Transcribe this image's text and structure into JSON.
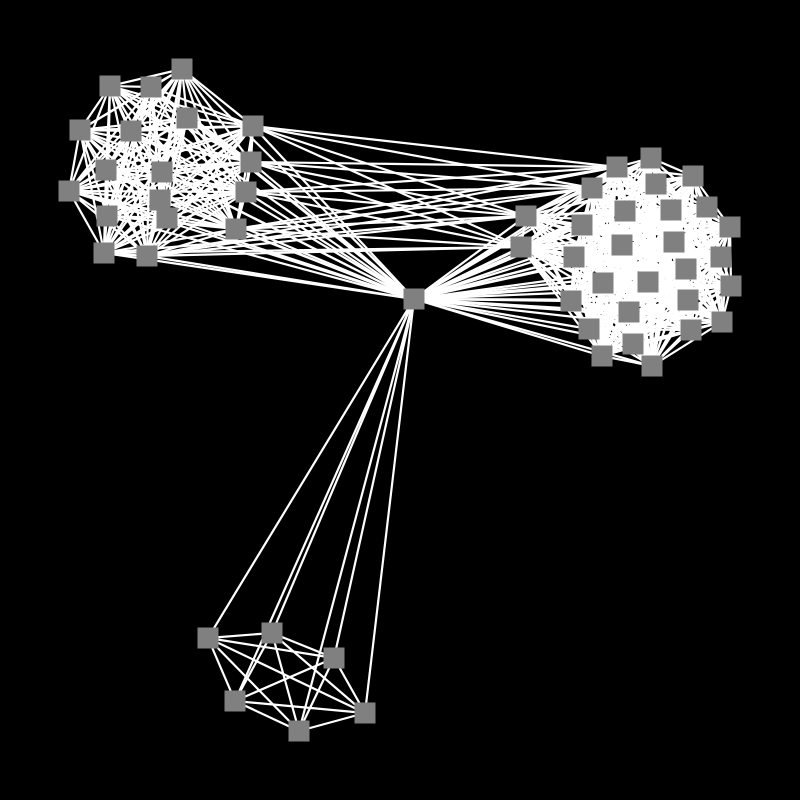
{
  "colors": {
    "background": "#000000",
    "edge": "#ffffff",
    "node": "#808080"
  },
  "graph": {
    "hub_count": 1,
    "clusters": [
      {
        "id": "cluster-a",
        "node_count": 18,
        "internal_edges": "complete"
      },
      {
        "id": "cluster-b",
        "node_count": 29,
        "internal_edges": "complete"
      },
      {
        "id": "cluster-c",
        "node_count": 6,
        "internal_edges": "complete"
      }
    ],
    "bridge_edges": [
      {
        "from": "cluster-a",
        "to": "cluster-b",
        "count": 22
      },
      {
        "from": "hub",
        "to": "cluster-a",
        "count": "all"
      },
      {
        "from": "hub",
        "to": "cluster-b",
        "count": "all"
      },
      {
        "from": "hub",
        "to": "cluster-c",
        "count": "all"
      }
    ]
  }
}
